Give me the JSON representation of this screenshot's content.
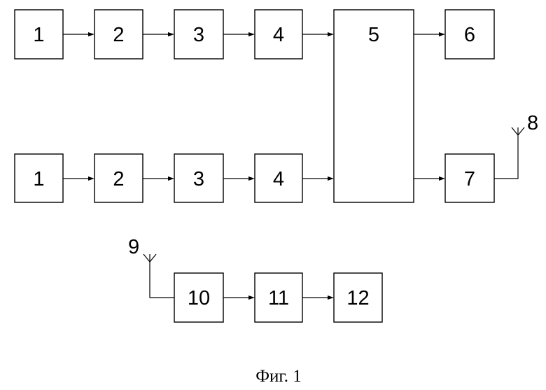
{
  "diagram": {
    "blocks": {
      "b1_top": "1",
      "b2_top": "2",
      "b3_top": "3",
      "b4_top": "4",
      "b5": "5",
      "b6": "6",
      "b1_bot": "1",
      "b2_bot": "2",
      "b3_bot": "3",
      "b4_bot": "4",
      "b7": "7",
      "b10": "10",
      "b11": "11",
      "b12": "12"
    },
    "antennas": {
      "a8": "8",
      "a9": "9"
    },
    "caption": "Фиг. 1"
  }
}
